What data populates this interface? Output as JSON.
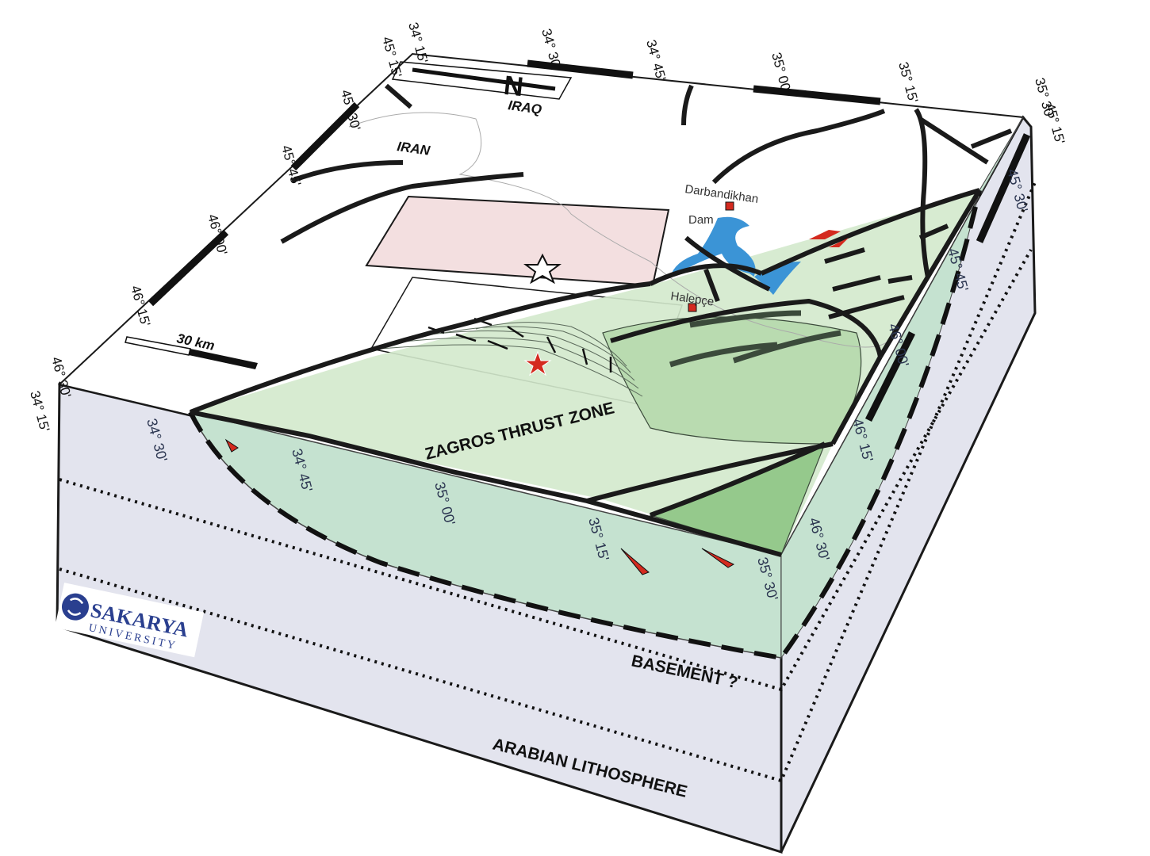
{
  "title_labels": {
    "iraq": "IRAQ",
    "iran": "IRAN",
    "scale": "30 km",
    "darbandikhan": "Darbandikhan",
    "dam": "Dam",
    "halepce": "Halepçe",
    "zone": "ZAGROS THRUST ZONE",
    "basement": "BASEMENT ?",
    "lithosphere": "ARABIAN LITHOSPHERE",
    "north": "N"
  },
  "logo": {
    "line1": "SAKARYA",
    "line2": "UNIVERSITY"
  },
  "ticks": {
    "top_edge": [
      "34° 15'",
      "34° 30'",
      "34° 45'",
      "35° 00'",
      "35° 15'",
      "35° 30'"
    ],
    "left_edge": [
      "45° 15'",
      "45° 30'",
      "45° 45'",
      "46° 00'",
      "46° 15'",
      "46° 30'"
    ],
    "corner_top_left": "45° 15'",
    "corner_top_right": "45° 15'",
    "corner_bottom_left": "34° 15'",
    "front_edge": [
      "34° 30'",
      "34° 45'",
      "35° 00'",
      "35° 15'",
      "35° 30'"
    ],
    "right_edge": [
      "45° 30'",
      "45° 45'",
      "46° 00'",
      "46° 15'",
      "46° 30'"
    ]
  },
  "colors": {
    "side_face": "#e3e4ee",
    "pink_box": "#f3dfe0",
    "green_light": "#d3e9cc",
    "green_mid": "#b9dbb0",
    "green_dark": "#95c98c",
    "teal_side": "#c5e2d0",
    "lake": "#3b94d6",
    "red": "#d42a1f"
  }
}
